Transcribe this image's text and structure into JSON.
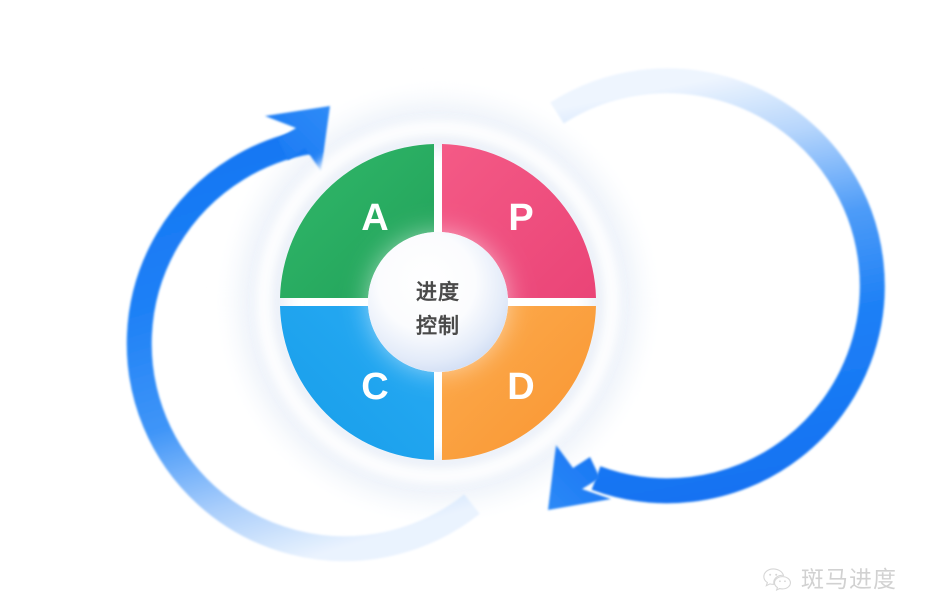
{
  "background_color": "#ffffff",
  "diagram": {
    "type": "pdca-cycle-donut",
    "center": {
      "line1": "进度",
      "line2": "控制",
      "text_color": "#4a4a4a",
      "fill_center": "#ffffff",
      "fill_edge": "#ccd9f2"
    },
    "quadrants": [
      {
        "id": "a",
        "label": "A",
        "position": "top-left",
        "color": "#2AAF63",
        "color_dark": "#1f9e57"
      },
      {
        "id": "p",
        "label": "P",
        "position": "top-right",
        "color": "#F04F7D",
        "color_dark": "#e9477a"
      },
      {
        "id": "c",
        "label": "C",
        "position": "bottom-left",
        "color": "#1FA5F0",
        "color_dark": "#1a9ae6"
      },
      {
        "id": "d",
        "label": "D",
        "position": "bottom-right",
        "color": "#FBA13E",
        "color_dark": "#f79a33"
      }
    ],
    "arrows": {
      "color_strong": "#1C7FF5",
      "color_fade": "#cfe2fd",
      "top_left_arrow": "up-right",
      "bottom_right_arrow": "down-left"
    },
    "halo_color": "#e9eef7"
  },
  "watermark": {
    "icon": "wechat-icon",
    "text": "斑马进度",
    "color": "#6b6b6b"
  }
}
